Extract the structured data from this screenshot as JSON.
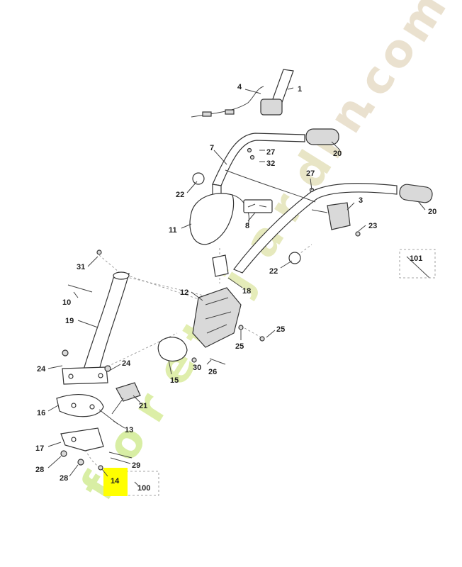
{
  "parts": {
    "p1": "1",
    "p3": "3",
    "p4": "4",
    "p7": "7",
    "p8": "8",
    "p10": "10",
    "p11": "11",
    "p12": "12",
    "p13": "13",
    "p14": "14",
    "p15": "15",
    "p16": "16",
    "p17": "17",
    "p18": "18",
    "p19": "19",
    "p20a": "20",
    "p20b": "20",
    "p21": "21",
    "p22a": "22",
    "p22b": "22",
    "p23": "23",
    "p24a": "24",
    "p24b": "24",
    "p25a": "25",
    "p25b": "25",
    "p26": "26",
    "p27a": "27",
    "p27b": "27",
    "p28a": "28",
    "p28b": "28",
    "p29": "29",
    "p30": "30",
    "p31": "31",
    "p32": "32",
    "p100": "100",
    "p101": "101"
  },
  "highlight": {
    "part": "14",
    "color": "#ffff00"
  },
  "watermark": {
    "letters": [
      "f",
      "o",
      "r",
      "e",
      "t",
      "-",
      "j",
      "a",
      "r",
      "d",
      "i",
      "n",
      ".",
      "c",
      "o",
      "m"
    ],
    "colors": {
      "start": "#c8e86a",
      "end": "#d9c9a8"
    }
  }
}
